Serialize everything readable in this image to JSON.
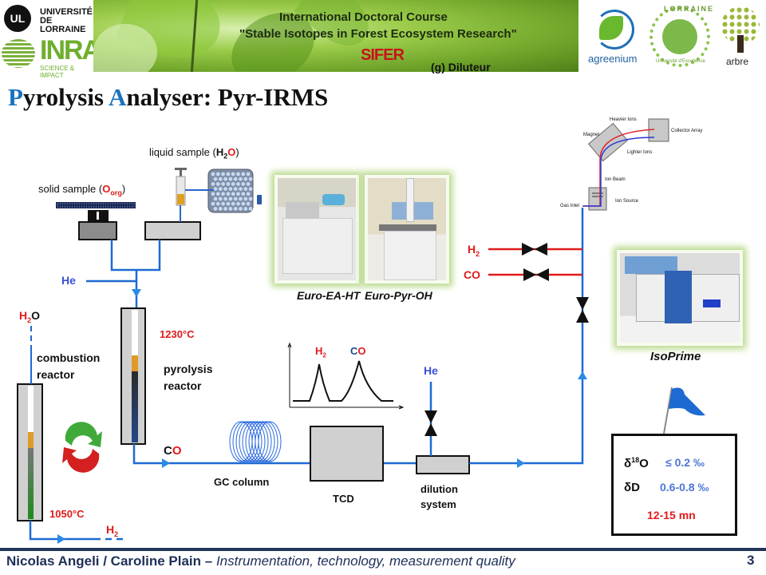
{
  "banner": {
    "title_line1": "International Doctoral Course",
    "title_line2": "\"Stable Isotopes in Forest Ecosystem Research\"",
    "acronym": "SIFER",
    "subtitle": "(g) Diluteur",
    "logos": {
      "universite_lorraine": [
        "UNIVERSITÉ",
        "DE LORRAINE"
      ],
      "inra": "INRA",
      "inra_tagline": "SCIENCE & IMPACT",
      "agreenium": "agreenium",
      "lorraine_top": "LORRAINE",
      "lorraine_bottom": "Université d'Excellence",
      "arbre": "arbre"
    }
  },
  "title": {
    "p_initial": "P",
    "p_rest": "yrolysis ",
    "a_initial": "A",
    "a_rest": "nalyser: Pyr-IRMS"
  },
  "diagram": {
    "liquid_sample": {
      "prefix": "liquid sample (",
      "h2": "H",
      "sub": "2",
      "o": "O",
      "suffix": ")"
    },
    "solid_sample": {
      "prefix": "solid sample (",
      "o": "O",
      "sub": "org",
      "suffix": ")"
    },
    "he_inlet": "He",
    "combustion": {
      "product_h": "H",
      "product_sub": "2",
      "product_o": "O",
      "label_line1": "combustion",
      "label_line2": "reactor",
      "temperature": "1050°C",
      "out_h": "H",
      "out_sub": "2"
    },
    "pyrolysis": {
      "label_line1": "pyrolysis",
      "label_line2": "reactor",
      "temperature": "1230°C",
      "out_c": "C",
      "out_o": "O"
    },
    "gc_column": "GC column",
    "tcd": "TCD",
    "chromatogram": {
      "peak1_h": "H",
      "peak1_sub": "2",
      "peak2_c": "C",
      "peak2_o": "O"
    },
    "dilution": {
      "he": "He",
      "label_line1": "dilution",
      "label_line2": "system"
    },
    "reference_gases": [
      {
        "h": "H",
        "sub": "2"
      },
      {
        "label": "CO"
      }
    ],
    "instruments": {
      "euro_ea": "Euro-EA-HT",
      "euro_pyr": "Euro-Pyr-OH",
      "isoprime": "IsoPrime"
    },
    "irms_schematic": {
      "heavier_ions": "Heavier Ions",
      "collector_array": "Collector Array",
      "magnet": "Magnet",
      "lighter_ions": "Lighter Ions",
      "ion_beam": "Ion Beam",
      "ion_source": "Ion Source",
      "gas_inlet": "Gas Inlet"
    },
    "precision": {
      "d18o_delta": "δ",
      "d18o_sup": "18",
      "d18o_o": "O",
      "d18o_value": "≤ 0.2 ‰",
      "dd_label": "δD",
      "dd_value": "0.6-0.8 ‰",
      "duration": "12-15 mn"
    }
  },
  "footer": {
    "authors": "Nicolas Angeli / Caroline Plain",
    "separator": " – ",
    "topic": "Instrumentation, technology, measurement quality",
    "page_number": "3"
  }
}
